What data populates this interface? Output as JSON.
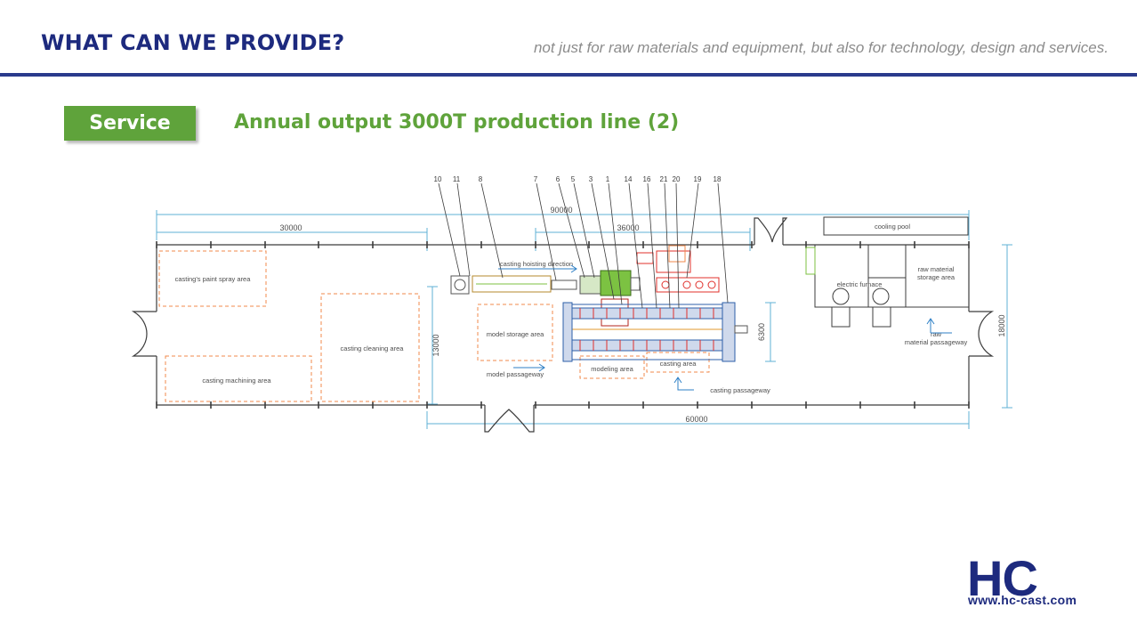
{
  "header": {
    "title": "WHAT CAN WE PROVIDE?",
    "tagline": "not just for raw materials and equipment, but also for technology, design and services."
  },
  "section": {
    "badge": "Service",
    "title": "Annual output 3000T production line (2)"
  },
  "diagram": {
    "callout_numbers": [
      "10",
      "11",
      "8",
      "7",
      "6",
      "5",
      "3",
      "1",
      "14",
      "16",
      "21",
      "20",
      "19",
      "18"
    ],
    "dimensions": {
      "overall_length": "90000",
      "left_segment": "30000",
      "middle_segment": "36000",
      "right_segment": "60000",
      "left_height": "13000",
      "line_height": "6300",
      "overall_width": "18000"
    },
    "areas": {
      "paint_spray": "casting's paint spray area",
      "machining": "casting machining area",
      "cleaning": "casting cleaning area",
      "model_storage": "model storage area",
      "model_passageway": "model passageway",
      "modeling": "modeling area",
      "casting_area": "casting area",
      "casting_passageway": "casting passageway",
      "hoisting_direction": "casting hoisting direction",
      "cooling_pool": "cooling pool",
      "electric_furnace": "electric furnace",
      "raw_material_storage": "raw material storage area",
      "raw_material_passageway": "raw material passageway"
    },
    "colors": {
      "walls": "#3c3c3c",
      "dimension_lines": "#5fb0d6",
      "zone_outline": "#f08a4b",
      "equipment_green": "#7cc242",
      "equipment_red": "#e0302b"
    }
  },
  "logo": {
    "mark": "HC",
    "url": "www.hc-cast.com",
    "color": "#1d2a7e"
  }
}
